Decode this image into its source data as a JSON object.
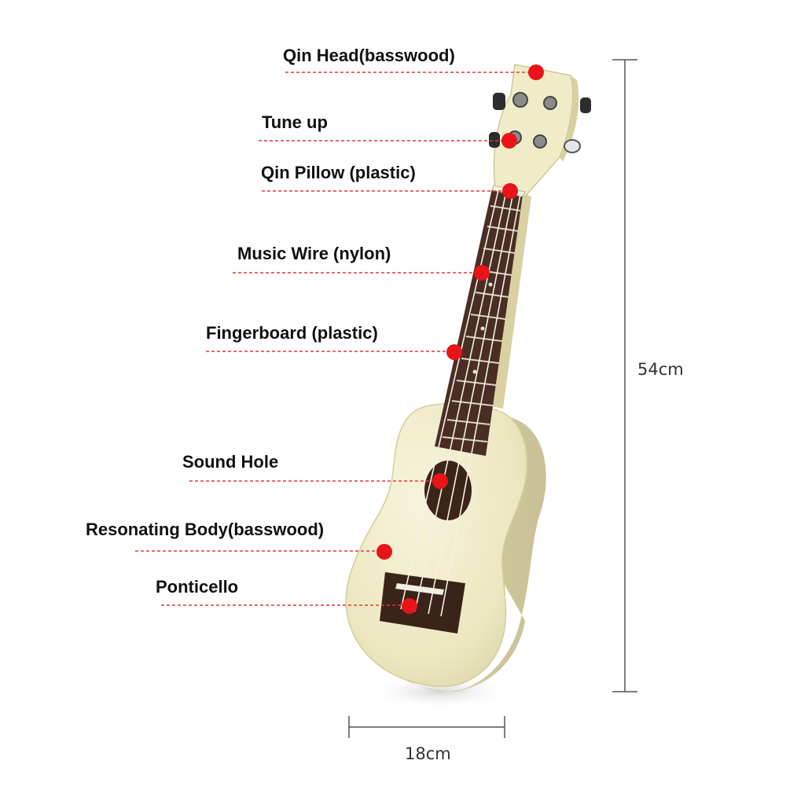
{
  "labels": [
    {
      "id": "qin-head",
      "text": "Qin Head(basswood)"
    },
    {
      "id": "tune-up",
      "text": "Tune up"
    },
    {
      "id": "qin-pillow",
      "text": "Qin Pillow (plastic)"
    },
    {
      "id": "music-wire",
      "text": "Music Wire (nylon)"
    },
    {
      "id": "fingerboard",
      "text": "Fingerboard (plastic)"
    },
    {
      "id": "sound-hole",
      "text": "Sound Hole"
    },
    {
      "id": "resonating-body",
      "text": "Resonating Body(basswood)"
    },
    {
      "id": "ponticello",
      "text": "Ponticello"
    }
  ],
  "dimensions": {
    "height": "54cm",
    "width": "18cm"
  },
  "colors": {
    "marker": "#e8141a",
    "leader": "#e03a3a",
    "wood": "#f0ecc8",
    "fretboard": "#4a2e24",
    "dimension_line": "#555555"
  }
}
